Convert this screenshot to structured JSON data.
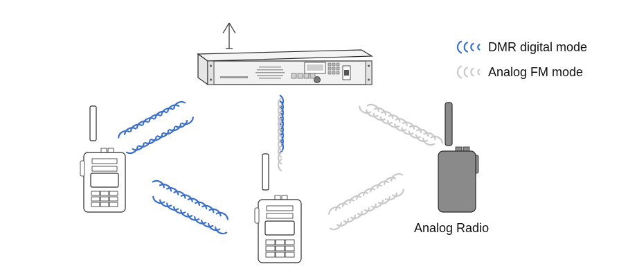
{
  "legend": {
    "digital": {
      "label": "DMR digital mode",
      "color": "#3a6fc9",
      "icon": "radio-wave-blue-icon"
    },
    "analog": {
      "label": "Analog FM mode",
      "color": "#c8c8c8",
      "icon": "radio-wave-gray-icon"
    }
  },
  "devices": {
    "repeater": {
      "icon": "repeater-rack-icon"
    },
    "radio_left": {
      "icon": "dmr-handheld-radio-icon"
    },
    "radio_center": {
      "icon": "dmr-handheld-radio-icon"
    },
    "radio_right": {
      "label": "Analog Radio",
      "icon": "analog-handheld-radio-icon",
      "color": "#8a8a8a"
    }
  },
  "links": [
    {
      "from": "repeater",
      "to": "radio_left",
      "mode": "digital"
    },
    {
      "from": "repeater",
      "to": "radio_center",
      "mode": "digital"
    },
    {
      "from": "repeater",
      "to": "radio_right",
      "mode": "analog"
    },
    {
      "from": "radio_left",
      "to": "radio_center",
      "mode": "digital"
    },
    {
      "from": "radio_center",
      "to": "radio_right",
      "mode": "analog"
    }
  ]
}
